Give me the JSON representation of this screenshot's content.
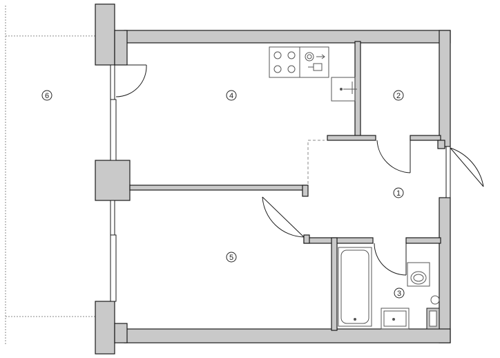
{
  "rooms": [
    {
      "id": "1",
      "label": "1"
    },
    {
      "id": "2",
      "label": "2"
    },
    {
      "id": "3",
      "label": "3"
    },
    {
      "id": "4",
      "label": "4"
    },
    {
      "id": "5",
      "label": "5"
    },
    {
      "id": "6",
      "label": "6"
    }
  ],
  "colors": {
    "wall_fill": "#c9c9c9",
    "wall_stroke": "#1a1a1a",
    "fixture_stroke": "#555555",
    "background": "#ffffff"
  }
}
